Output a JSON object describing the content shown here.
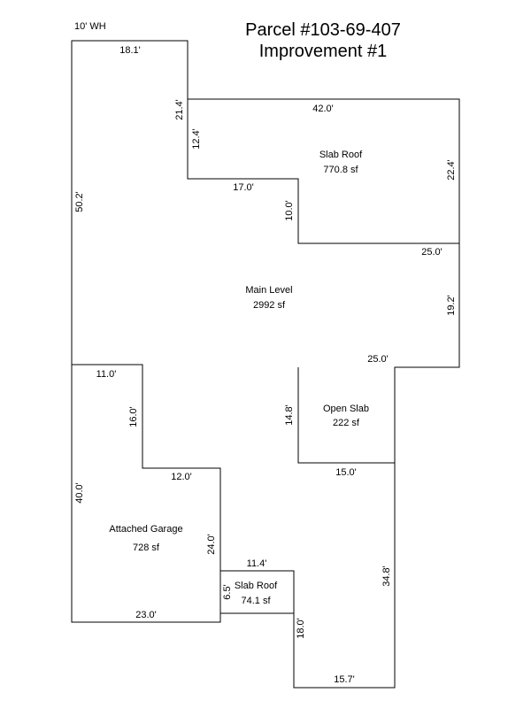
{
  "title": {
    "line1": "Parcel #103-69-407",
    "line2": "Improvement #1"
  },
  "note": "10' WH",
  "areas": {
    "main_level": {
      "name": "Main Level",
      "area": "2992 sf"
    },
    "slab_roof_upper": {
      "name": "Slab Roof",
      "area": "770.8 sf"
    },
    "open_slab": {
      "name": "Open Slab",
      "area": "222 sf"
    },
    "attached_garage": {
      "name": "Attached Garage",
      "area": "728 sf"
    },
    "slab_roof_lower": {
      "name": "Slab Roof",
      "area": "74.1 sf"
    }
  },
  "dimensions": {
    "top_18_1": "18.1'",
    "left_21_4": "21.4'",
    "top_42_0": "42.0'",
    "inner_12_4": "12.4'",
    "right_22_4": "22.4'",
    "mid_17_0": "17.0'",
    "inner_10_0": "10.0'",
    "left_50_2": "50.2'",
    "mid_25_0_upper": "25.0'",
    "right_19_2": "19.2'",
    "mid_25_0_lower": "25.0'",
    "garage_11_0": "11.0'",
    "garage_16_0": "16.0'",
    "slab_14_8": "14.8'",
    "garage_12_0": "12.0'",
    "slab_15_0": "15.0'",
    "garage_40_0": "40.0'",
    "garage_24_0": "24.0'",
    "roof_11_4": "11.4'",
    "right_34_8": "34.8'",
    "roof_6_5": "6.5'",
    "bottom_23_0": "23.0'",
    "bottom_18_0": "18.0'",
    "bottom_15_7": "15.7'"
  }
}
